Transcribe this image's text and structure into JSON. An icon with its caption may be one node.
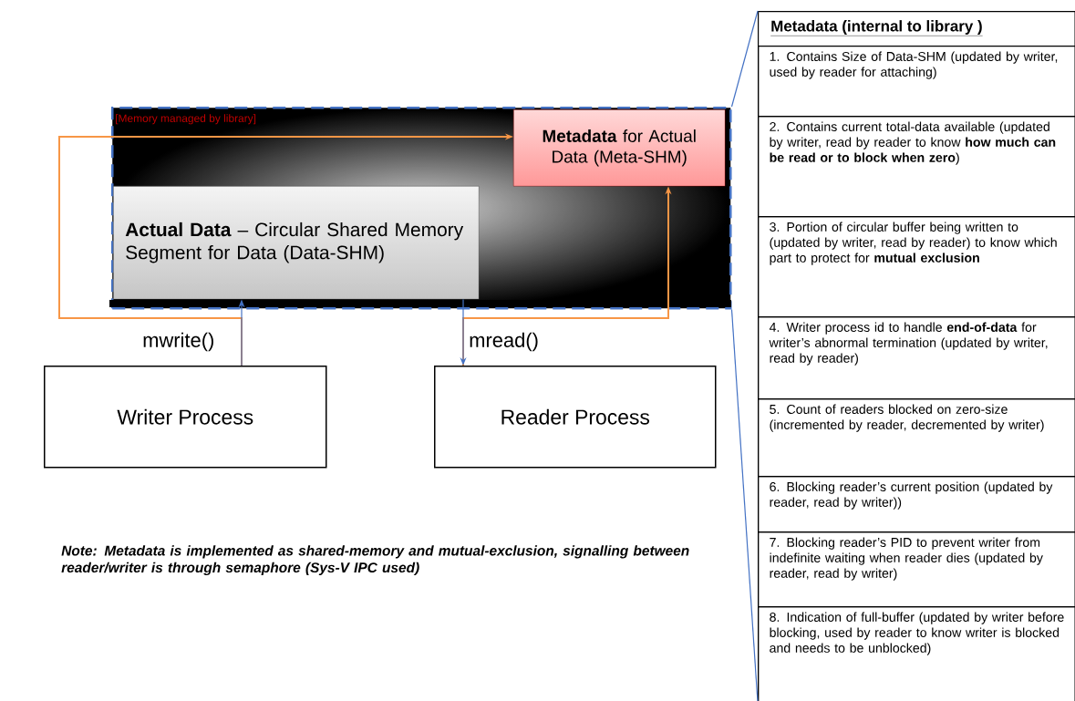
{
  "diagram": {
    "nodes": [
      {
        "text": [
          "[Memory managed by library]"
        ]
      },
      {
        "text": [
          "**Actual Data** – Circular Shared Memory Segment for Data (Data-SHM)"
        ],
        "in": 0
      },
      {
        "text": [
          "**Metadata** for Actual Data (Meta-SHM)"
        ],
        "in": 0
      },
      {
        "text": [
          "Writer Process"
        ]
      },
      {
        "text": [
          "Reader Process"
        ]
      },
      {
        "text": [
          "Metadata (internal to library )"
        ]
      },
      {
        "text": [
          "1. Contains Size of Data-SHM (updated by writer, used by reader for attaching)"
        ],
        "in": 5
      },
      {
        "text": [
          "2. Contains current total-data available (updated by writer, read by reader to know **how much can be read or to block when zero**)"
        ],
        "in": 5
      },
      {
        "text": [
          "3. Portion of circular buffer being written to (updated by writer, read by reader) to know which part to protect for **mutual exclusion**"
        ],
        "in": 5
      },
      {
        "text": [
          "4. Writer process id to handle **end-of-data** for writer’s abnormal termination (updated by writer, read by reader)"
        ],
        "in": 5
      },
      {
        "text": [
          "5. Count of readers blocked on zero-size (incremented by reader, decremented by writer)"
        ],
        "in": 5
      },
      {
        "text": [
          "6. Blocking reader’s current position (updated by reader, read by writer))"
        ],
        "in": 5
      },
      {
        "text": [
          "7. Blocking reader’s PID to prevent writer from indefinite waiting when reader dies (updated by reader, read by writer)"
        ],
        "in": 5
      },
      {
        "text": [
          "8. Indication of full-buffer (updated by writer before blocking, used by reader to know writer is blocked and needs to be unblocked)"
        ],
        "in": 5
      }
    ],
    "edges": [
      {
        "from": 3,
        "to": 1,
        "arrow": "to",
        "label": "mwrite()"
      },
      {
        "from": 1,
        "to": 4,
        "arrow": "to",
        "label": "mread()"
      },
      {
        "from": 3,
        "to": 2,
        "arrow": "to",
        "color": "#f79646"
      },
      {
        "from": 4,
        "to": 2,
        "arrow": "to",
        "color": "#f79646"
      },
      {
        "from": 0,
        "to": 5,
        "arrow": "none"
      },
      {
        "from": 0,
        "to": 5,
        "arrow": "none"
      }
    ],
    "labels": [
      "Note: Metadata is implemented as shared-memory and mutual-exclusion, signalling between reader/writer is through semaphore (Sys-V IPC used)"
    ]
  }
}
